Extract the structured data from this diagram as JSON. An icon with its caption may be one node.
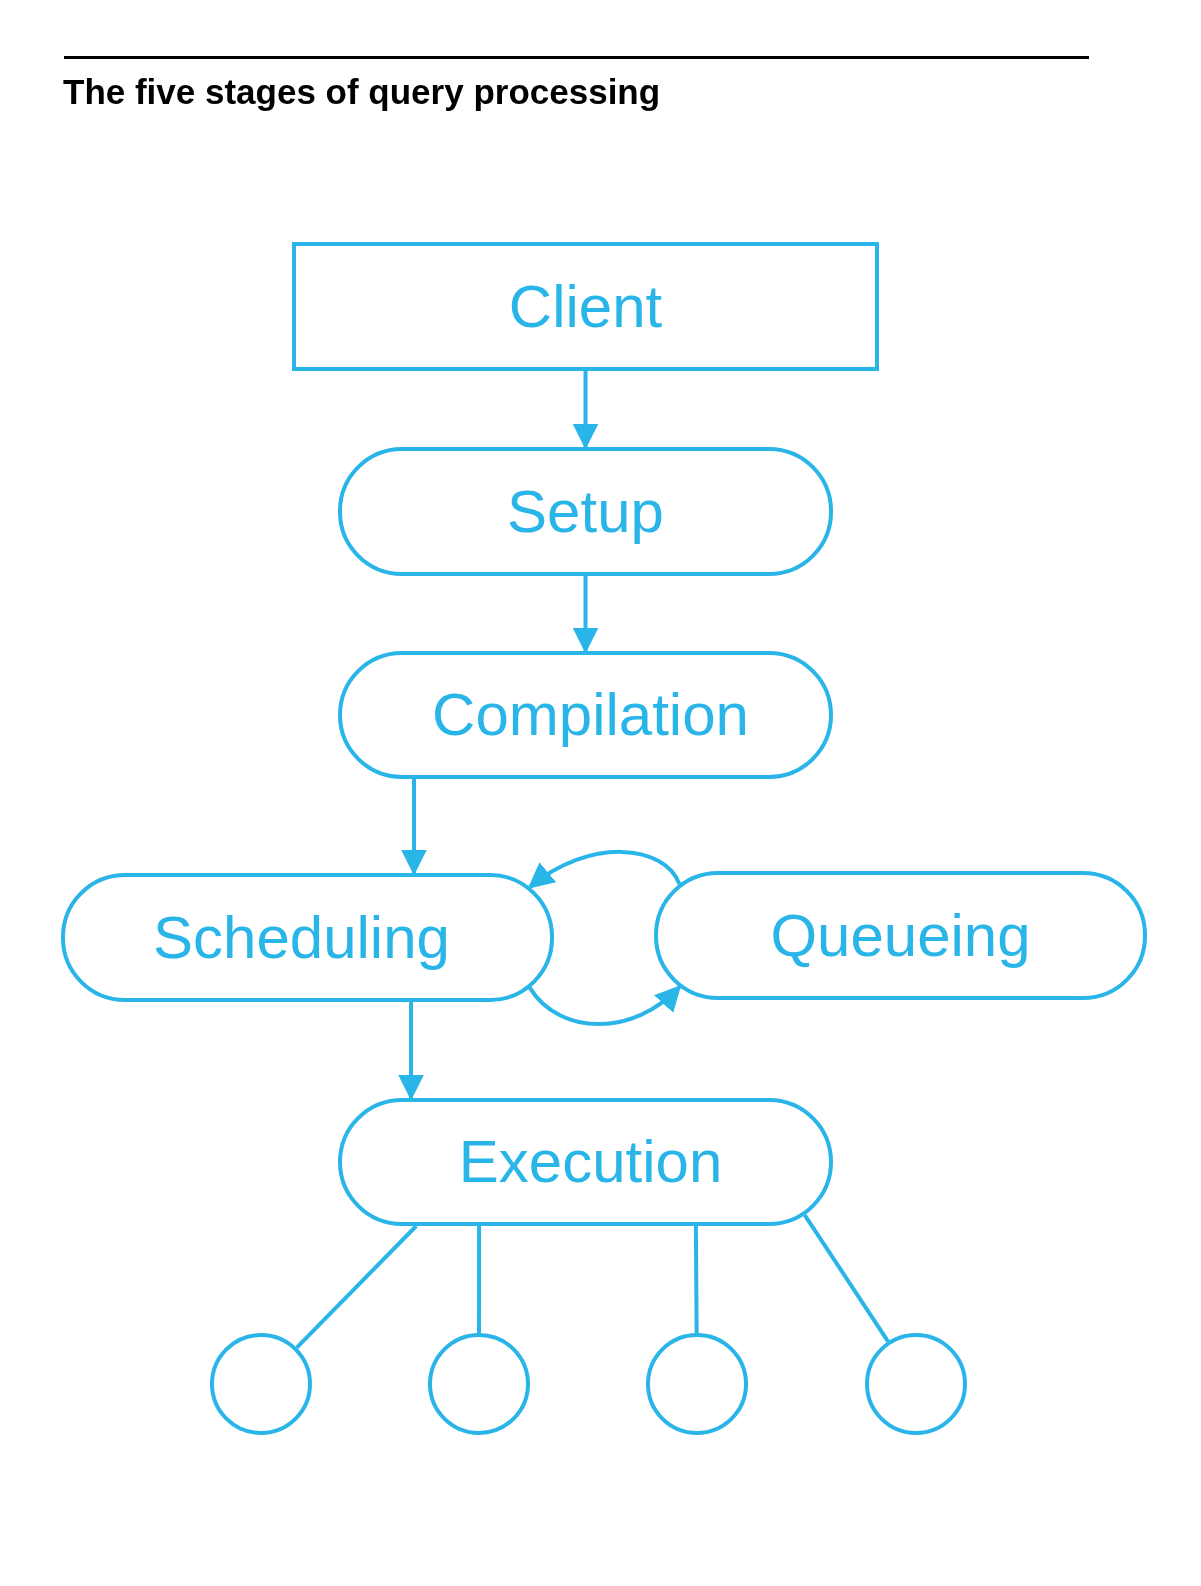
{
  "diagram": {
    "title": "The five stages of query processing",
    "nodes": [
      {
        "text": [
          "Client"
        ]
      },
      {
        "text": [
          "Setup"
        ]
      },
      {
        "text": [
          "Compilation"
        ]
      },
      {
        "text": [
          "Scheduling"
        ]
      },
      {
        "text": [
          "Queueing"
        ]
      },
      {
        "text": [
          "Execution"
        ]
      },
      {
        "text": [],
        "shape": "circle"
      },
      {
        "text": [],
        "shape": "circle"
      },
      {
        "text": [],
        "shape": "circle"
      },
      {
        "text": [],
        "shape": "circle"
      }
    ],
    "edges": [
      {
        "from": 0,
        "to": 1,
        "arrow": "to"
      },
      {
        "from": 1,
        "to": 2,
        "arrow": "to"
      },
      {
        "from": 2,
        "to": 3,
        "arrow": "to"
      },
      {
        "from": 4,
        "to": 3,
        "arrow": "to"
      },
      {
        "from": 3,
        "to": 4,
        "arrow": "to"
      },
      {
        "from": 3,
        "to": 5,
        "arrow": "to"
      },
      {
        "from": 5,
        "to": 6,
        "arrow": "none"
      },
      {
        "from": 5,
        "to": 7,
        "arrow": "none"
      },
      {
        "from": 5,
        "to": 8,
        "arrow": "none"
      },
      {
        "from": 5,
        "to": 9,
        "arrow": "none"
      }
    ]
  }
}
